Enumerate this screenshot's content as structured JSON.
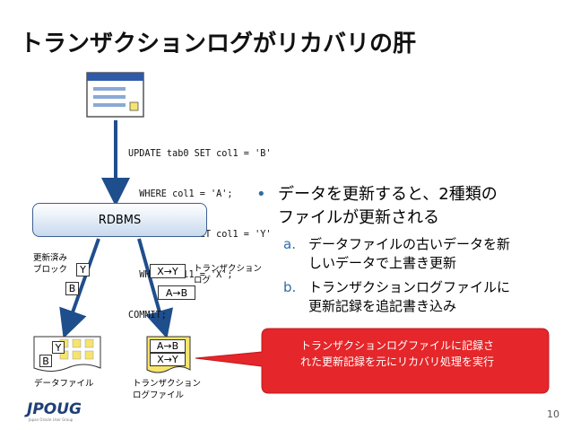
{
  "title": "トランザクションログがリカバリの肝",
  "sql_lines": [
    "UPDATE tab0 SET col1 = 'B'",
    "  WHERE col1 = 'A';",
    "UPDATE tab0 SET col1 = 'Y'",
    "  WHERE col1 = 'X';",
    "COMMIT;"
  ],
  "rdbms_label": "RDBMS",
  "updated_block_label": [
    "更新済み",
    "ブロック"
  ],
  "block_values": {
    "y": "Y",
    "b": "B"
  },
  "txlog_label": [
    "トランザクション",
    "ログ"
  ],
  "txlog_entries": [
    "X→Y",
    "A→B"
  ],
  "datafile_label": "データファイル",
  "logfile_label": [
    "トランザクション",
    "ログファイル"
  ],
  "logfile_entries": [
    "A→B",
    "X→Y"
  ],
  "bullet": {
    "text": [
      "データを更新すると、2種類の",
      "ファイルが更新される"
    ],
    "items": [
      {
        "marker": "a.",
        "lines": [
          "データファイルの古いデータを新",
          "しいデータで上書き更新"
        ]
      },
      {
        "marker": "b.",
        "lines": [
          "トランザクションログファイルに",
          "更新記録を追記書き込み"
        ]
      }
    ]
  },
  "callout": [
    "トランザクションログファイルに記録さ",
    "れた更新記録を元にリカバリ処理を実行"
  ],
  "logo": "JPOUG",
  "logo_tagline": "Japan Oracle User Group",
  "page_number": "10",
  "colors": {
    "accent": "#2e6da4",
    "callout": "#e5262a",
    "rdbms_border": "#3d5f8f",
    "arrow": "#1f4e8c"
  }
}
